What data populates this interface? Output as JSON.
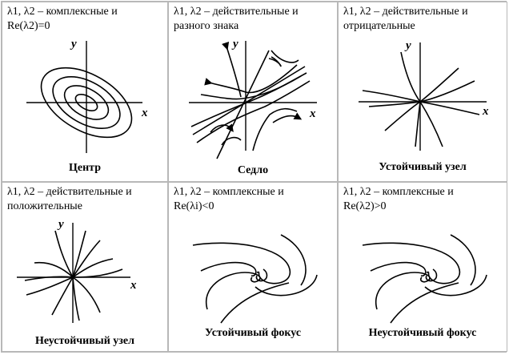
{
  "cells": [
    {
      "condition": "λ1, λ2 – комплексные и\nRe(λ2)=0",
      "name": "Центр"
    },
    {
      "condition": "λ1, λ2 – действительные и\nразного знака",
      "name": "Седло"
    },
    {
      "condition": "λ1, λ2 – действительные и\nотрицательные",
      "name": "Устойчивый узел"
    },
    {
      "condition": "λ1, λ2 – действительные и\nположительные",
      "name": "Неустойчивый узел"
    },
    {
      "condition": "λ1, λ2 – комплексные и\nRe(λi)<0",
      "name": "Устойчивый фокус"
    },
    {
      "condition": "λ1, λ2 – комплексные и\nRe(λ2)>0",
      "name": "Неустойчивый фокус"
    }
  ],
  "axis_labels": {
    "x": "x",
    "y": "y"
  }
}
